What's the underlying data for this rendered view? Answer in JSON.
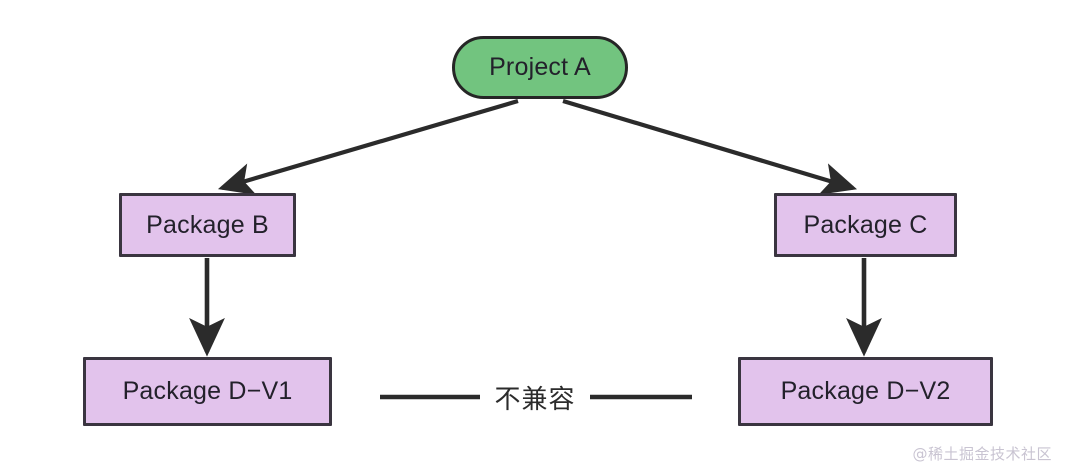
{
  "diagram": {
    "title_text": "",
    "background_color": "#ffffff",
    "nodes": {
      "root": {
        "label": "Project A",
        "shape": "rounded-rect",
        "fill_color": "#72c47f",
        "border_color": "#262626",
        "text_color": "#23212b"
      },
      "package_b": {
        "label": "Package B",
        "shape": "rect",
        "fill_color": "#e2c3ec",
        "border_color": "#3a3540",
        "text_color": "#23212b"
      },
      "package_c": {
        "label": "Package C",
        "shape": "rect",
        "fill_color": "#e2c3ec",
        "border_color": "#3a3540",
        "text_color": "#23212b"
      },
      "package_d_v1": {
        "label": "Package D−V1",
        "shape": "rect",
        "fill_color": "#e2c3ec",
        "border_color": "#3a3540",
        "text_color": "#23212b"
      },
      "package_d_v2": {
        "label": "Package D−V2",
        "shape": "rect",
        "fill_color": "#e2c3ec",
        "border_color": "#3a3540",
        "text_color": "#23212b"
      }
    },
    "edges": [
      {
        "id": "root-to-package-b",
        "from": "root",
        "to": "package_b",
        "style": "solid-arrow",
        "color": "#2b2b2b"
      },
      {
        "id": "root-to-package-c",
        "from": "root",
        "to": "package_c",
        "style": "solid-arrow",
        "color": "#2b2b2b"
      },
      {
        "id": "package-b-to-d-v1",
        "from": "package_b",
        "to": "package_d_v1",
        "style": "solid-arrow",
        "color": "#2b2b2b"
      },
      {
        "id": "package-c-to-d-v2",
        "from": "package_c",
        "to": "package_d_v2",
        "style": "solid-arrow",
        "color": "#2b2b2b"
      },
      {
        "id": "d-v1-to-d-v2-incompatible",
        "from": "package_d_v1",
        "to": "package_d_v2",
        "style": "plain-line",
        "color": "#2b2b2b",
        "label": "不兼容"
      }
    ],
    "incompatible_label": "不兼容",
    "watermark": "@稀土掘金技术社区"
  }
}
